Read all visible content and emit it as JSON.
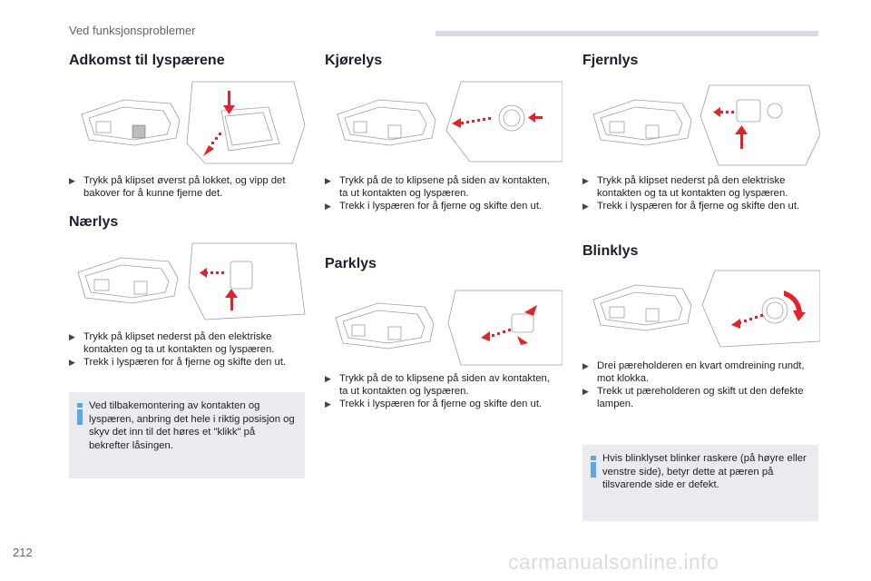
{
  "header": {
    "title": "Ved funksjonsproblemer"
  },
  "page_number": "212",
  "watermark": "carmanualsonline.info",
  "colors": {
    "arrow": "#e3222a",
    "note_background": "#e9ebee",
    "note_icon": "#5aa7e3",
    "header_bar": "#d6dbe6"
  },
  "sections": {
    "adkomst": {
      "title": "Adkomst til lyspærene",
      "bullets": [
        "Trykk på klipset øverst på lokket, og vipp det bakover for å kunne fjerne det."
      ]
    },
    "naerlys": {
      "title": "Nærlys",
      "bullets": [
        "Trykk på klipset nederst på den elektriske kontakten og ta ut kontakten og lyspæren.",
        "Trekk i lyspæren for å fjerne og skifte den ut."
      ],
      "note": "Ved tilbakemontering av kontakten og lyspæren, anbring det hele i riktig posisjon og skyv det inn til det høres et \"klikk\" på bekrefter låsingen."
    },
    "kjorelys": {
      "title": "Kjørelys",
      "bullets": [
        "Trykk på de to klipsene på siden av kontakten, ta ut kontakten og lyspæren.",
        "Trekk i lyspæren for å fjerne og skifte den ut."
      ]
    },
    "parklys": {
      "title": "Parklys",
      "bullets": [
        "Trykk på de to klipsene på siden av kontakten, ta ut kontakten og lyspæren.",
        "Trekk i lyspæren for å fjerne og skifte den ut."
      ]
    },
    "fjernlys": {
      "title": "Fjernlys",
      "bullets": [
        "Trykk på klipset nederst på den elektriske kontakten og ta ut kontakten og lyspæren.",
        "Trekk i lyspæren for å fjerne og skifte den ut."
      ]
    },
    "blinklys": {
      "title": "Blinklys",
      "bullets": [
        "Drei pæreholderen en kvart omdreining rundt, mot klokka.",
        "Trekk ut pæreholderen og skift ut den defekte lampen."
      ],
      "note": "Hvis blinklyset blinker raskere (på høyre eller venstre side), betyr dette at pæren på tilsvarende side er defekt."
    }
  }
}
